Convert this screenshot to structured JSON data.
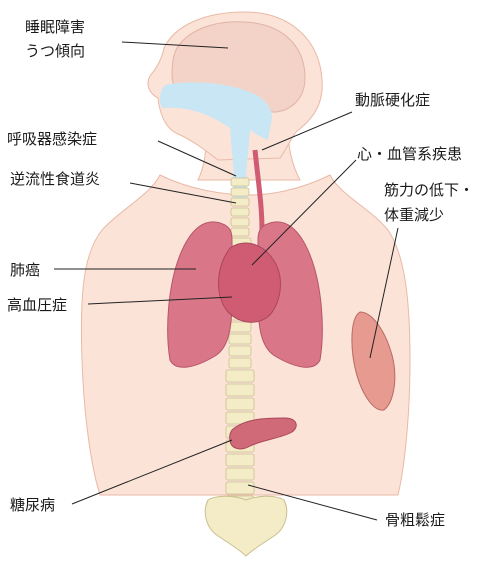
{
  "labels": {
    "sleep": [
      "睡眠障害",
      "うつ傾向"
    ],
    "arterio": "動脈硬化症",
    "respiratory": "呼吸器感染症",
    "cardio": "心・血管系疾患",
    "reflux": "逆流性食道炎",
    "muscle": [
      "筋力の低下・",
      "体重減少"
    ],
    "lung_cancer": "肺癌",
    "hypertension": "高血圧症",
    "diabetes": "糖尿病",
    "osteoporosis": "骨粗鬆症"
  },
  "colors": {
    "skin": "#fbe3d8",
    "skin_edge": "#e9b9a6",
    "brain": "#f3d3c7",
    "airway": "#c9e6f4",
    "lung": "#d97789",
    "heart": "#d05c74",
    "spine": "#f4ecc6",
    "muscle": "#e79a8f",
    "pancreas": "#d06a78"
  }
}
